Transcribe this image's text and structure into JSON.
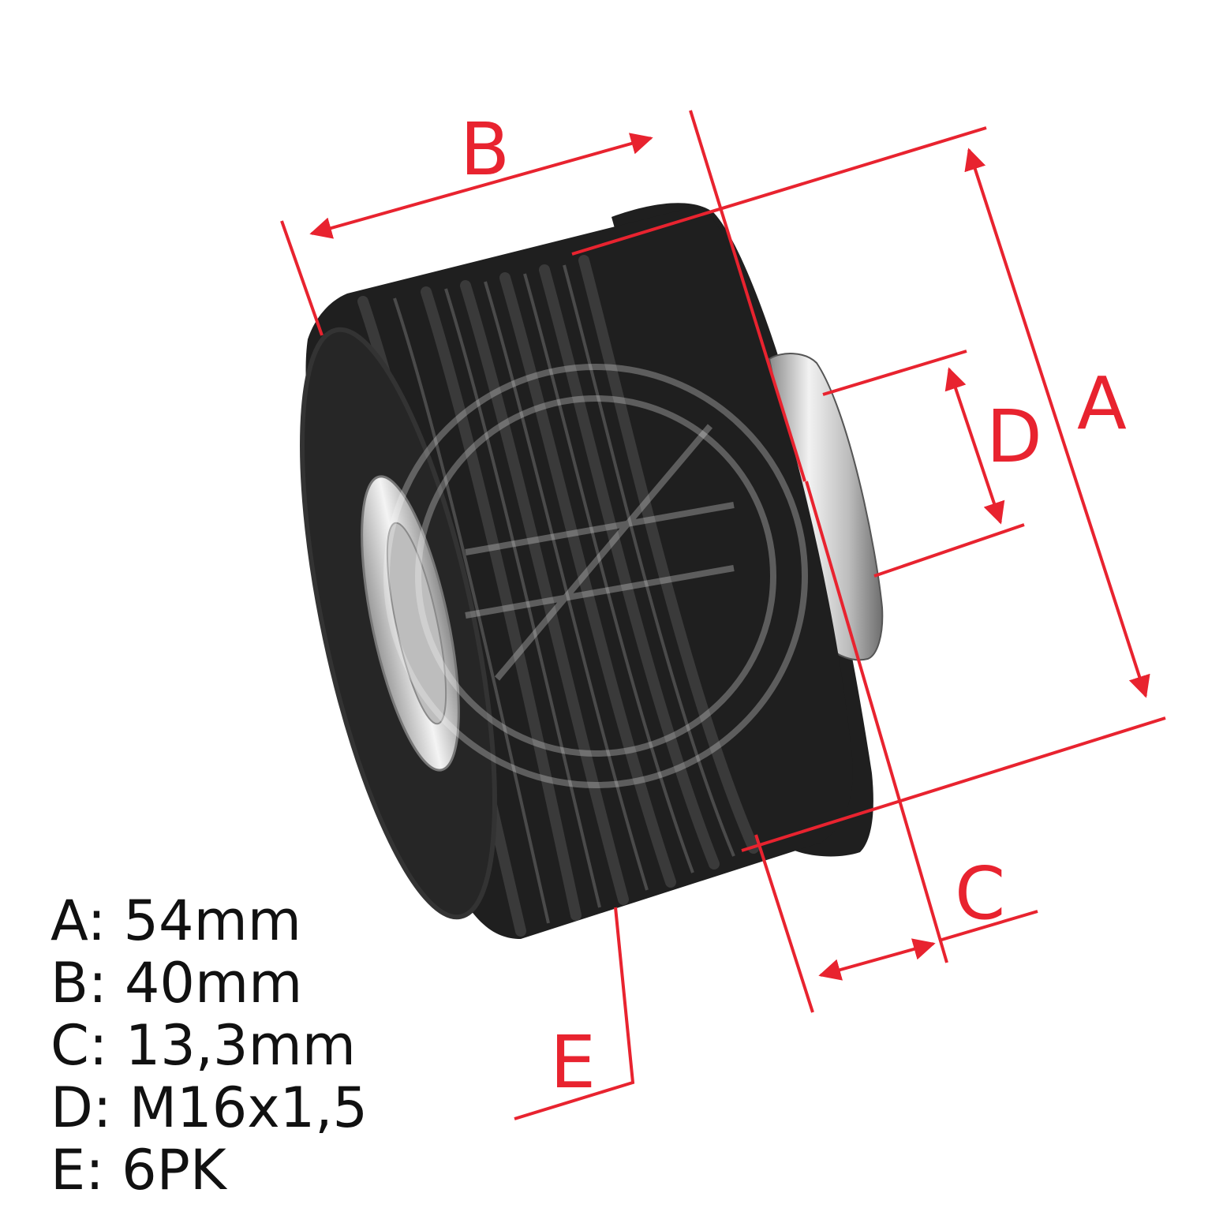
{
  "colors": {
    "dimension": "#e8232f",
    "pulley_body": "#1f1f1f",
    "pulley_rib": "#3a3a3a",
    "bearing": "#d8d8d8",
    "text": "#111111"
  },
  "dimension_labels": {
    "a": "A",
    "b": "B",
    "c": "C",
    "d": "D",
    "e": "E"
  },
  "specs": [
    {
      "key": "A:",
      "value": "54mm"
    },
    {
      "key": "B:",
      "value": "40mm"
    },
    {
      "key": "C:",
      "value": "13,3mm"
    },
    {
      "key": "D:",
      "value": "M16x1,5"
    },
    {
      "key": "E:",
      "value": "6PK"
    }
  ]
}
